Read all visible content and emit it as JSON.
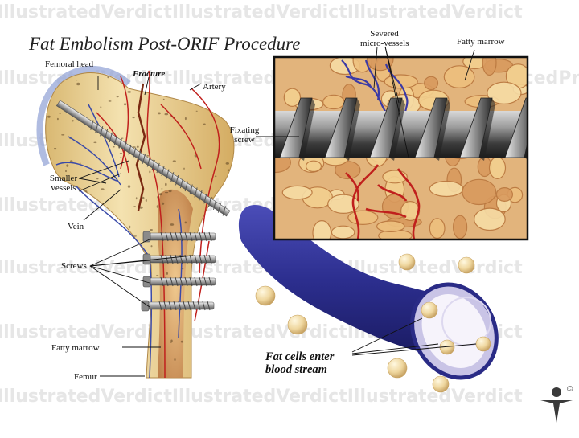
{
  "title": "Fat Embolism Post-ORIF Procedure",
  "watermark": {
    "rows": [
      "IllustratedVerdictIllustratedVerdictIllustratedVerdict",
      "IllustratedVerdictIllustratedPracticeStrategiesAdvancedPracticeStrategies",
      "IllustratedVerdictIllustratedVerdictIllustratedVerdict",
      "IllustratedVerdictIllustratedVerdictIllustratedVerdict",
      "IllustratedVerdictIllustratedVerdictIllustratedVerdict",
      "IllustratedVerdictIllustratedVerdictIllustratedVerdict",
      "IllustratedVerdictIllustratedVerdictIllustratedVerdict"
    ]
  },
  "labels": {
    "femoral_head": "Femoral head",
    "fracture": "Fracture",
    "artery": "Artery",
    "severed_line1": "Severed",
    "severed_line2": "micro-vessels",
    "fatty_marrow_top": "Fatty marrow",
    "fixating_line1": "Fixating",
    "fixating_line2": "screw",
    "smaller_line1": "Smaller",
    "smaller_line2": "vessels",
    "vein": "Vein",
    "screws": "Screws",
    "fatty_marrow_bottom": "Fatty marrow",
    "femur": "Femur",
    "fat_line1": "Fat cells enter",
    "fat_line2": "blood stream"
  },
  "brand": {
    "copyright": "©"
  },
  "colors": {
    "bone": "#ecd49a",
    "marrow": "#c9824e",
    "artery": "#c0201d",
    "vein": "#3a4aa8",
    "vessel_tube": "#2e2f8c",
    "fat_cell": "#f0dca8",
    "screw": "#9a9a9a"
  }
}
